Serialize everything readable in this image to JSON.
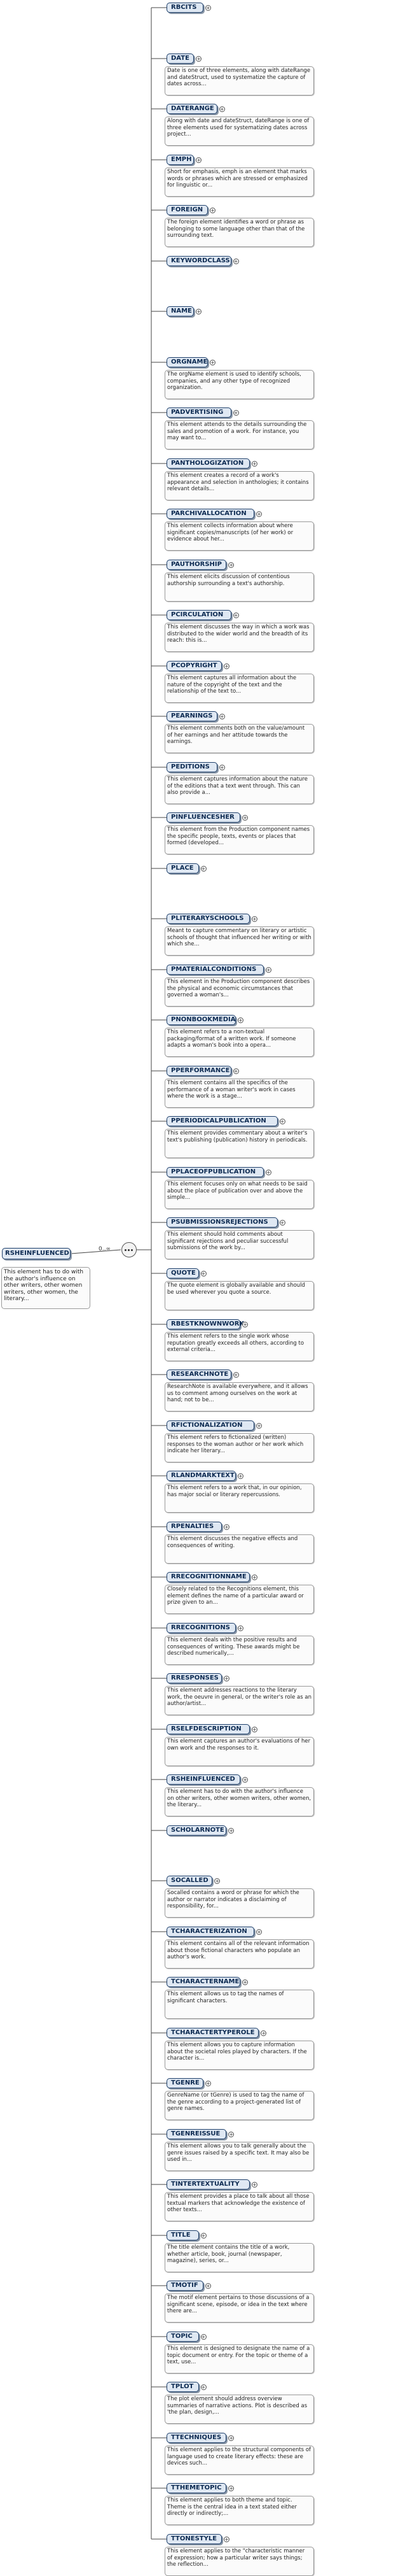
{
  "root": {
    "name": "RSHEINFLUENCED",
    "doc": "This element has to do with the author's influence on other writers, other women writers, other women, the literary...",
    "cardinality": "0..∞"
  },
  "children": [
    {
      "name": "RBCITS",
      "doc": ""
    },
    {
      "name": "DATE",
      "doc": "Date is one of three elements, along with dateRange and dateStruct, used to systematize the capture of dates across..."
    },
    {
      "name": "DATERANGE",
      "doc": "Along with date and dateStruct, dateRange is one of three elements used for systematizing dates across project..."
    },
    {
      "name": "EMPH",
      "doc": "Short for emphasis, emph is an element that marks words or phrases which are stressed or emphasized for linguistic or..."
    },
    {
      "name": "FOREIGN",
      "doc": "The foreign element identifies a word or phrase as belonging to some language other than that of the surrounding text."
    },
    {
      "name": "KEYWORDCLASS",
      "doc": ""
    },
    {
      "name": "NAME",
      "doc": ""
    },
    {
      "name": "ORGNAME",
      "doc": "The orgName element is used to identify schools, companies, and any other type of recognized organization."
    },
    {
      "name": "PADVERTISING",
      "doc": "This element attends to the details surrounding the sales and promotion of a work. For instance, you may want to..."
    },
    {
      "name": "PANTHOLOGIZATION",
      "doc": "This element creates a record of a work's appearance and selection in anthologies; it contains relevant details..."
    },
    {
      "name": "PARCHIVALLOCATION",
      "doc": "This element collects information about where significant copies/manuscripts (of her work) or evidence about her..."
    },
    {
      "name": "PAUTHORSHIP",
      "doc": "This element elicits discussion of contentious authorship surrounding a text's authorship."
    },
    {
      "name": "PCIRCULATION",
      "doc": "This element discusses the way in which a work was distributed to the wider world and the breadth of its reach: this is..."
    },
    {
      "name": "PCOPYRIGHT",
      "doc": "This element captures all information about the nature of the copyright of the text and the relationship of the text to..."
    },
    {
      "name": "PEARNINGS",
      "doc": "This element comments both on the value/amount of her earnings and her attitude towards the earnings."
    },
    {
      "name": "PEDITIONS",
      "doc": "This element captures information about the nature of the editions that a text went through. This can also provide a..."
    },
    {
      "name": "PINFLUENCESHER",
      "doc": "This element from the Production component names the specific people, texts, events or places that formed (developed..."
    },
    {
      "name": "PLACE",
      "doc": ""
    },
    {
      "name": "PLITERARYSCHOOLS",
      "doc": "Meant to capture commentary on literary or artistic schools of thought that influenced her writing or with which she..."
    },
    {
      "name": "PMATERIALCONDITIONS",
      "doc": "This element in the Production component describes the physical and economic circumstances that governed a woman's..."
    },
    {
      "name": "PNONBOOKMEDIA",
      "doc": "This element refers to a non-textual packaging/format of a written work. If someone adapts a woman's book into a opera..."
    },
    {
      "name": "PPERFORMANCE",
      "doc": "This element contains all the specifics of the performance of a woman writer's work in cases where the work is a stage..."
    },
    {
      "name": "PPERIODICALPUBLICATION",
      "doc": "This element provides commentary about a writer's text's publishing (publication) history in periodicals."
    },
    {
      "name": "PPLACEOFPUBLICATION",
      "doc": "This element focuses only on what needs to be said about the place of publication over and above the simple..."
    },
    {
      "name": "PSUBMISSIONSREJECTIONS",
      "doc": "This element should hold comments about significant rejections and peculiar successful submissions of the work by..."
    },
    {
      "name": "QUOTE",
      "doc": "The quote element is globally available and should be used wherever you quote a source."
    },
    {
      "name": "RBESTKNOWNWORK",
      "doc": "This element refers to the single work whose reputation greatly exceeds all others, according to external criteria..."
    },
    {
      "name": "RESEARCHNOTE",
      "doc": "ResearchNote is available everywhere, and it allows us to comment among ourselves on the work at hand; not to be..."
    },
    {
      "name": "RFICTIONALIZATION",
      "doc": "This element refers to fictionalized (written) responses to the woman author or her work which indicate her literary..."
    },
    {
      "name": "RLANDMARKTEXT",
      "doc": "This element refers to a work that, in our opinion, has major social or literary repercussions."
    },
    {
      "name": "RPENALTIES",
      "doc": "This element discusses the negative effects and consequences of writing."
    },
    {
      "name": "RRECOGNITIONNAME",
      "doc": "Closely related to the Recognitions element, this element defines the name of a particular award or prize given to an..."
    },
    {
      "name": "RRECOGNITIONS",
      "doc": "This element deals with the positive results and consequences of writing. These awards might be described numerically,..."
    },
    {
      "name": "RRESPONSES",
      "doc": "This element addresses reactions to the literary work, the oeuvre in general, or the writer's role as an author/artist..."
    },
    {
      "name": "RSELFDESCRIPTION",
      "doc": "This element captures an author's evaluations of her own work and the responses to it."
    },
    {
      "name": "RSHEINFLUENCED",
      "doc": "This element has to do with the author's influence on other writers, other women writers, other women, the literary..."
    },
    {
      "name": "SCHOLARNOTE",
      "doc": ""
    },
    {
      "name": "SOCALLED",
      "doc": "Socalled contains a word or phrase for which the author or narrator indicates a disclaiming of responsibility, for..."
    },
    {
      "name": "TCHARACTERIZATION",
      "doc": "This element contains all of the relevant information about those fictional characters who populate an author's work."
    },
    {
      "name": "TCHARACTERNAME",
      "doc": "This element allows us to tag the names of significant characters."
    },
    {
      "name": "TCHARACTERTYPEROLE",
      "doc": "This element allows you to capture information about the societal roles played by characters. If the character is..."
    },
    {
      "name": "TGENRE",
      "doc": "GenreName (or tGenre) is used to tag the name of the genre according to a project-generated list of genre names."
    },
    {
      "name": "TGENREISSUE",
      "doc": "This element allows you to talk generally about the genre issues raised by a specific text. It may also be used in..."
    },
    {
      "name": "TINTERTEXTUALITY",
      "doc": "This element provides a place to talk about all those textual markers that acknowledge the existence of other texts..."
    },
    {
      "name": "TITLE",
      "doc": "The title element contains the title of a work, whether article, book, journal (newspaper, magazine), series, or..."
    },
    {
      "name": "TMOTIF",
      "doc": "The motif element pertains to those discussions of a significant scene, episode, or idea in the text where there are..."
    },
    {
      "name": "TOPIC",
      "doc": "This element is designed to designate the name of a topic document or entry. For the topic or theme of a text, use..."
    },
    {
      "name": "TPLOT",
      "doc": "The plot element should address overview summaries of narrative actions. Plot is described as 'the plan, design,..."
    },
    {
      "name": "TTECHNIQUES",
      "doc": "This element applies to the structural components of language used to create literary effects: these are devices such..."
    },
    {
      "name": "TTHEMETOPIC",
      "doc": "This element applies to both theme and topic. Theme is the central idea in a text stated either directly or indirectly;..."
    },
    {
      "name": "TTONESTYLE",
      "doc": "This element applies to the \"characteristic manner of expression; how a particular writer says things; the reflection..."
    }
  ]
}
